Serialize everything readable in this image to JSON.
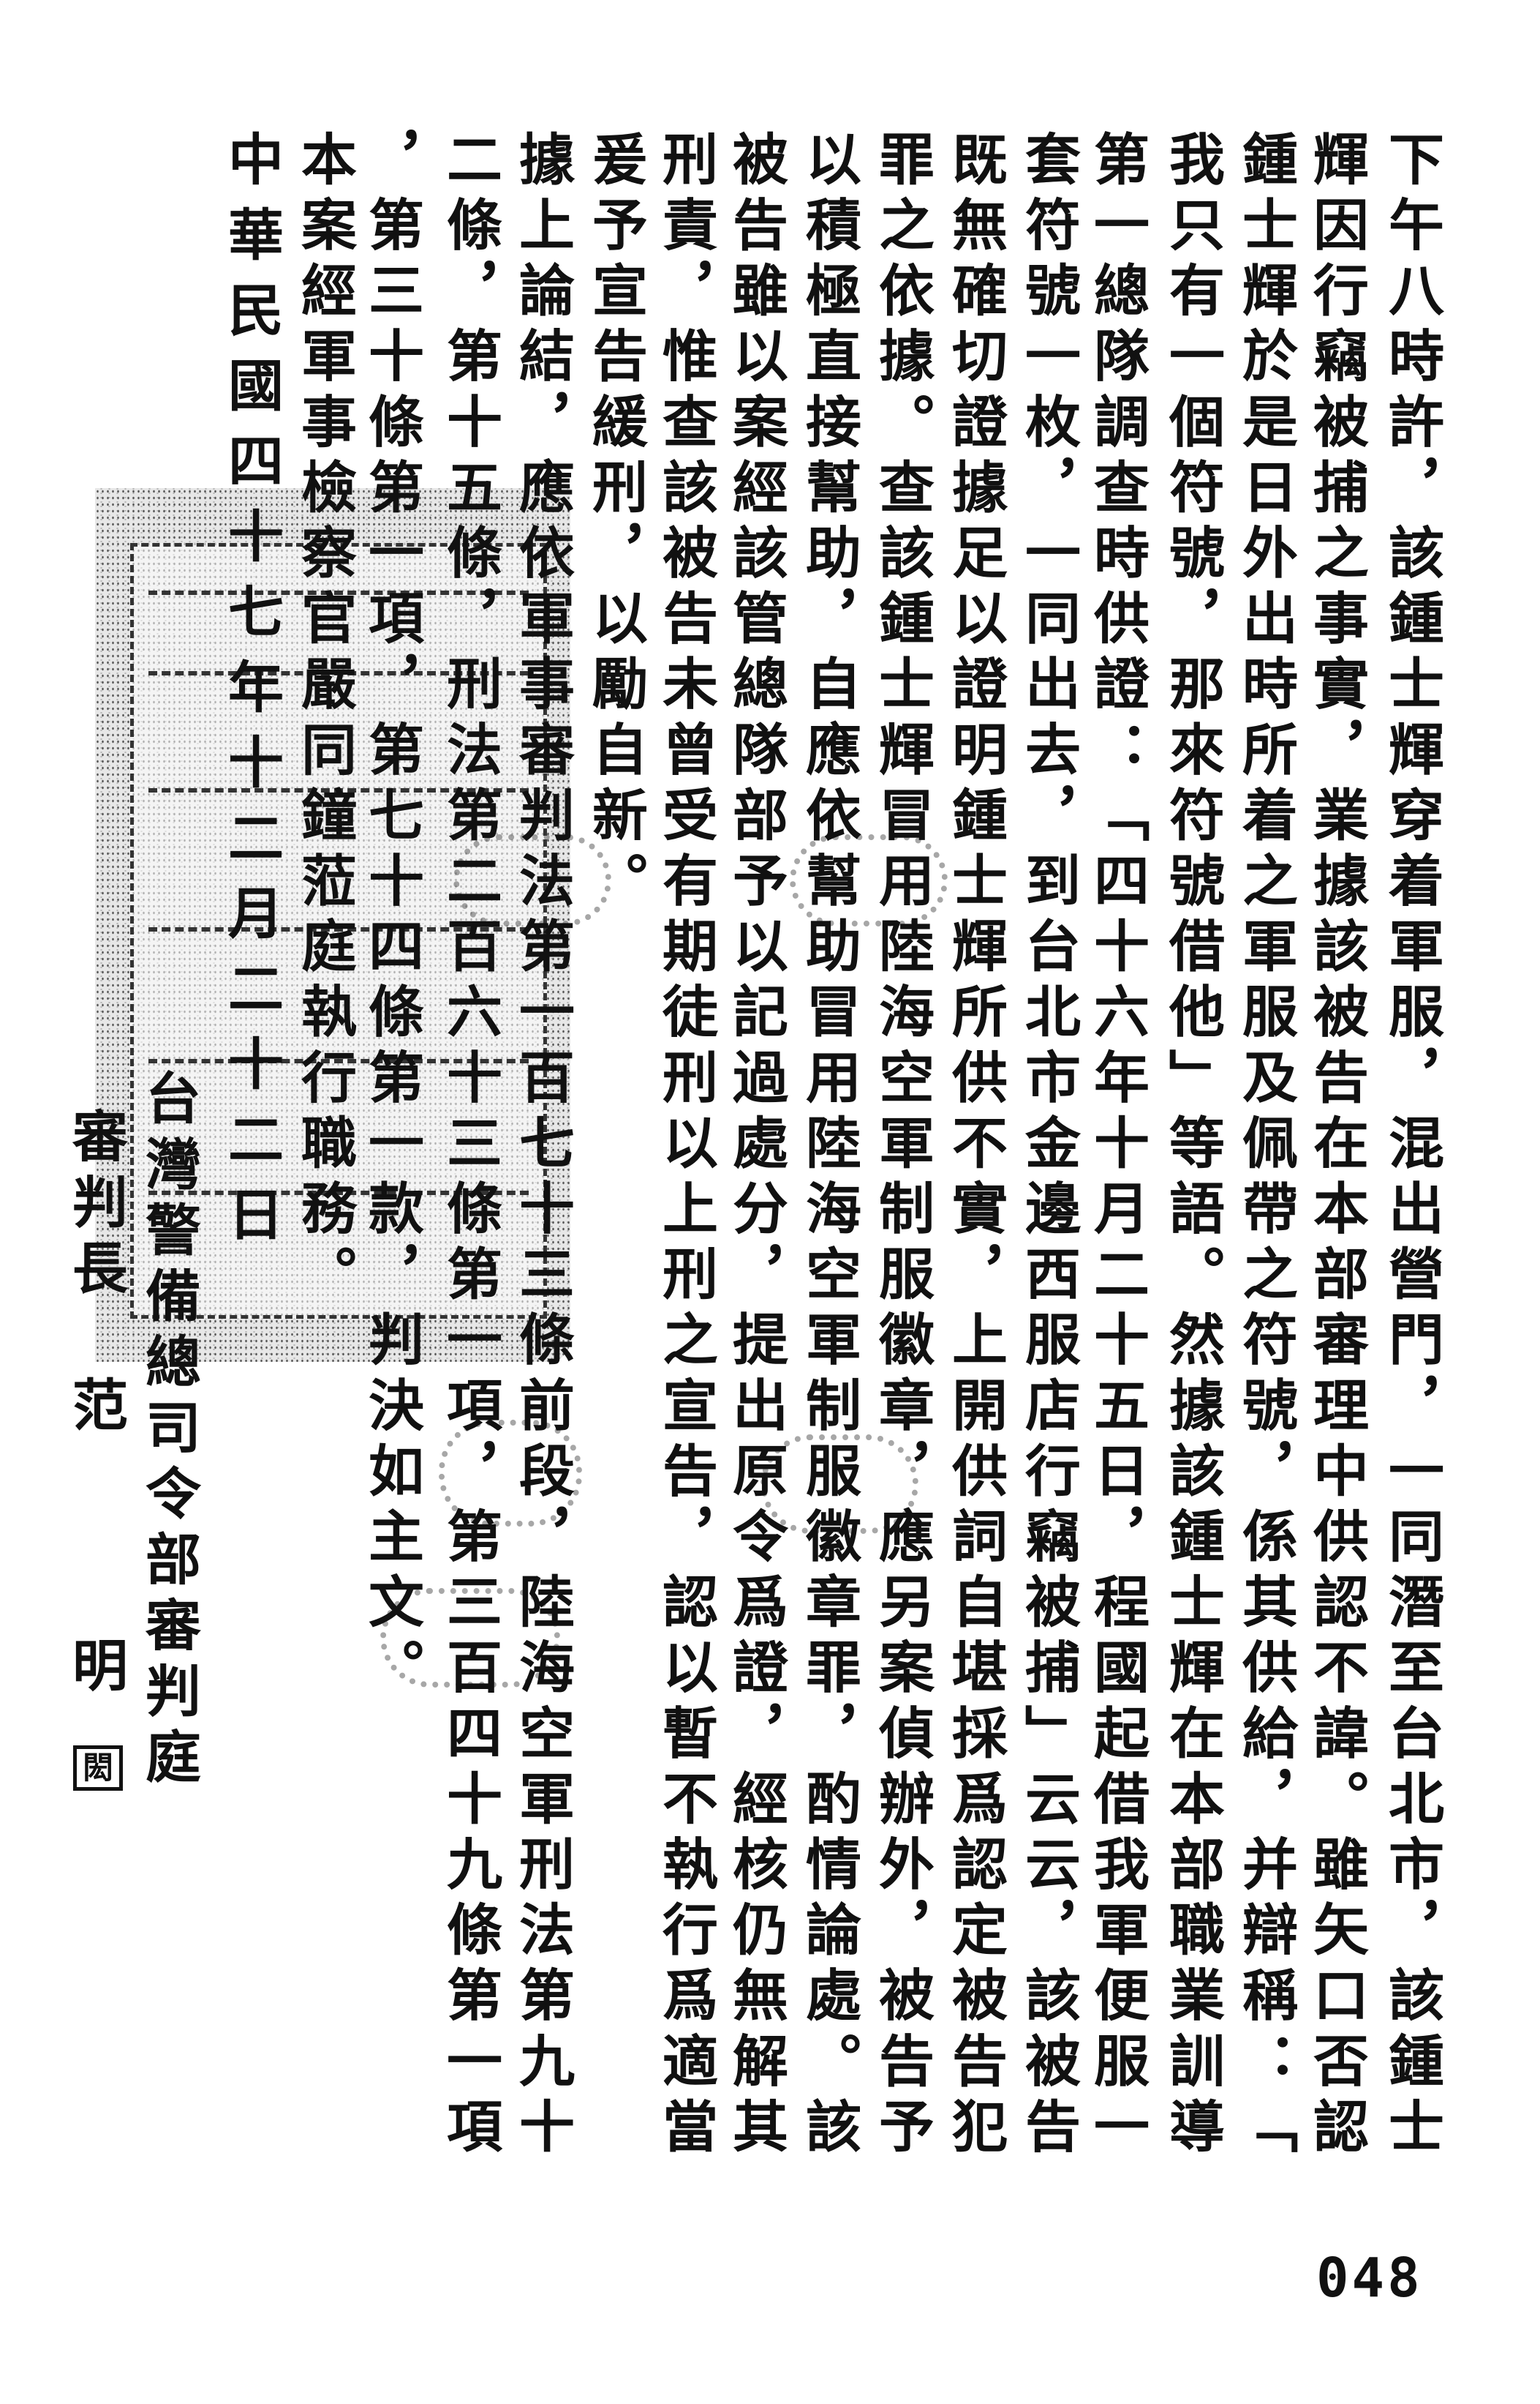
{
  "body": {
    "columns": [
      "下午八時許，該鍾士輝穿着軍服，混出營門，一同潛至台北市，該鍾士",
      "輝因行竊被捕之事實，業據該被告在本部審理中供認不諱。雖矢口否認",
      "鍾士輝於是日外出時所着之軍服及佩帶之符號，係其供給，并辯稱：「",
      "我只有一個符號，那來符號借他」等語。然據該鍾士輝在本部職業訓導",
      "第一總隊調查時供證：「四十六年十月二十五日，程國起借我軍便服一",
      "套符號一枚，一同出去，到台北市金邊西服店行竊被捕」云云，該被告",
      "既無確切證據足以證明鍾士輝所供不實，上開供詞自堪採爲認定被告犯",
      "罪之依據。查該鍾士輝冒用陸海空軍制服徽章，應另案偵辦外，被告予",
      "以積極直接幫助，自應依幫助冒用陸海空軍制服徽章罪，酌情論處。該",
      "被告雖以案經該管總隊部予以記過處分，提出原令爲證，經核仍無解其",
      "刑責，惟查該被告未曾受有期徒刑以上刑之宣告，認以暫不執行爲適當",
      "爰予宣告緩刑，以勵自新。",
      "據上論結，應依軍事審判法第一百七十三條前段，陸海空軍刑法第九十",
      "二條，第十五條，刑法第二百六十三條第一項，第三百四十九條第一項",
      "，第三十條第一項，第七十四條第一款，判決如主文。",
      "本案經軍事檢察官嚴同鐘蒞庭執行職務。"
    ]
  },
  "footer": {
    "date": "中華民國四十七年十二月二十二日",
    "court": "台灣警備總司令部審判庭",
    "presiding_title": "審判長",
    "judge_surname": "范",
    "judge_given_name": "明",
    "seal": "閎"
  },
  "page_number": "048"
}
